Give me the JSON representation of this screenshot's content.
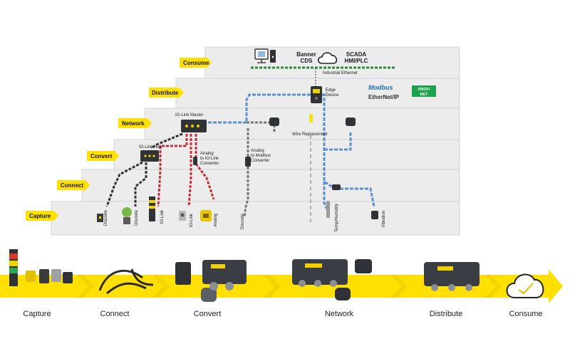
{
  "colors": {
    "accent": "#ffe000",
    "panel": "#ececec",
    "cable_blue": "#5a8fd0",
    "cable_red": "#c4303a",
    "cable_grey": "#9a9a9a",
    "cable_yellow": "#e7d400"
  },
  "levels": [
    "Consume",
    "Distribute",
    "Network",
    "Convert",
    "Connect",
    "Capture"
  ],
  "labels": {
    "banner_cds": "Banner CDS",
    "scada": "SCADA HMI/PLC",
    "industrial_ethernet": "Industrial Ethernet",
    "edge_device": "Edge Device",
    "modbus": "Modbus",
    "ethernet_ip": "EtherNet/IP",
    "profinet": "PROFI NET",
    "io_link_master": "IO-Link Master",
    "io_link_hub": "IO-Link Hub",
    "analog_to_io_link": "Analog to IO-Link Converter",
    "analog_to_modbus": "Analog to Modbus Converter",
    "wire_replacement": "Wire Replacement"
  },
  "sensor_labels": [
    "Discrete",
    "Discrete",
    "IO-Link",
    "IO-Link",
    "Analog",
    "Discrete",
    "Temp/Humidity",
    "Vibration"
  ],
  "bottom_stages": [
    "Capture",
    "Connect",
    "Convert",
    "Network",
    "Distribute",
    "Consume"
  ],
  "icons": [
    "monitor-icon",
    "cloud-icon",
    "edge-device-icon",
    "io-link-master-icon",
    "io-link-hub-icon",
    "sensor-icon",
    "cloud-check-icon"
  ]
}
